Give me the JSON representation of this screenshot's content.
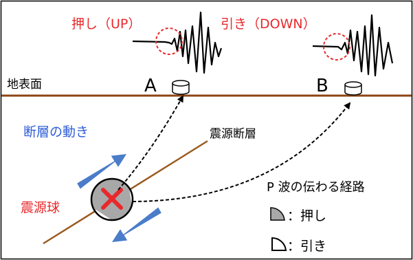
{
  "labels": {
    "push_up": "押し（UP）",
    "pull_down": "引き（DOWN）",
    "ground_surface": "地表面",
    "station_a": "A",
    "station_b": "B",
    "fault_motion": "断層の動き",
    "source_fault": "震源断層",
    "focal_sphere": "震源球",
    "p_wave_path": "P 波の伝わる経路",
    "legend_push": "：押し",
    "legend_pull": "：引き"
  },
  "colors": {
    "red_text": "#e8292c",
    "blue_text": "#2f5ed8",
    "ground": "#8b4513",
    "fault": "#9a5a1e",
    "arrow_blue": "#4a7cc9",
    "sphere_gray": "#a8a8a8",
    "hypocenter_x": "#e8292c"
  },
  "icons": {
    "hypocenter": "x-mark-icon",
    "station": "seismometer-icon",
    "compression": "quarter-circle-filled-icon",
    "dilatation": "quarter-circle-outline-icon"
  }
}
